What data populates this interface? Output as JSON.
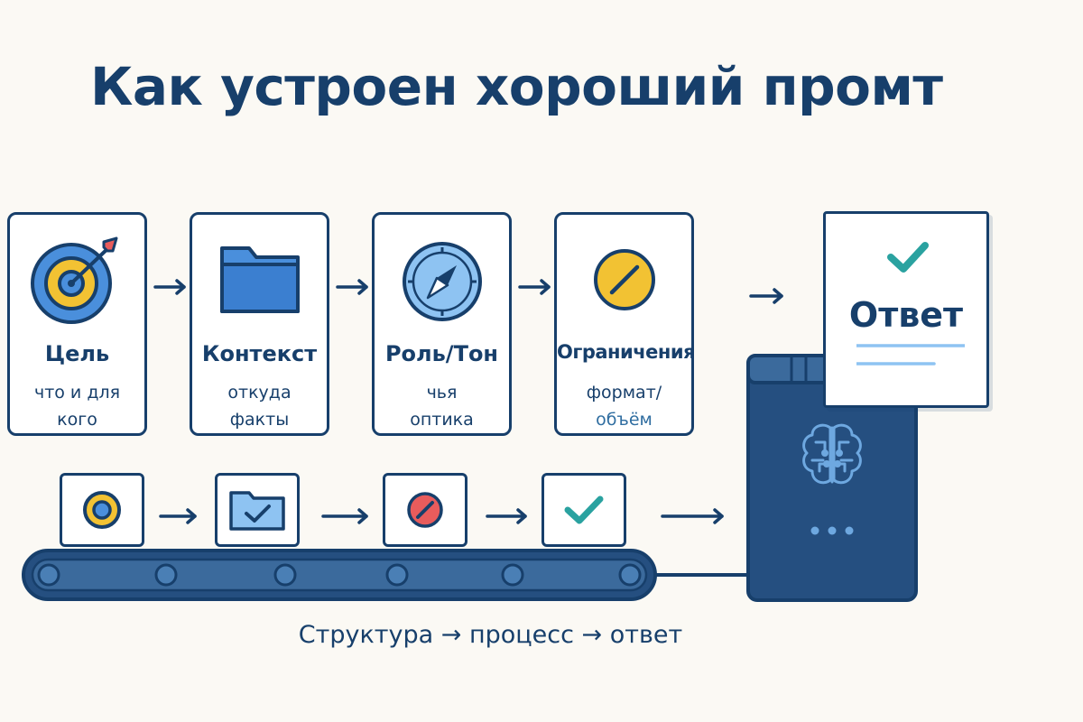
{
  "title": "Как устроен хороший промт",
  "steps": [
    {
      "label": "Цель",
      "sub": "что и для кого",
      "icon": "target-icon"
    },
    {
      "label": "Контекст",
      "sub": "откуда факты",
      "icon": "folder-icon"
    },
    {
      "label": "Роль/Тон",
      "sub": "чья оптика",
      "icon": "compass-icon"
    },
    {
      "label": "Ограничения",
      "sub_line1": "формат/",
      "sub_line2": "объём",
      "icon": "restriction-icon"
    }
  ],
  "answer": {
    "label": "Ответ",
    "icon": "checkmark-icon"
  },
  "conveyor_items": [
    "target-icon",
    "folder-check-icon",
    "restriction-icon",
    "checkmark-icon"
  ],
  "processor_icon": "brain-icon",
  "caption": "Структура → процесс → ответ",
  "colors": {
    "navy": "#173f6b",
    "blue": "#4a8fdc",
    "light_blue": "#8ec3f2",
    "yellow": "#f2c233",
    "red": "#e85c5c",
    "teal": "#2aa2a0",
    "background": "#fbf9f4"
  }
}
